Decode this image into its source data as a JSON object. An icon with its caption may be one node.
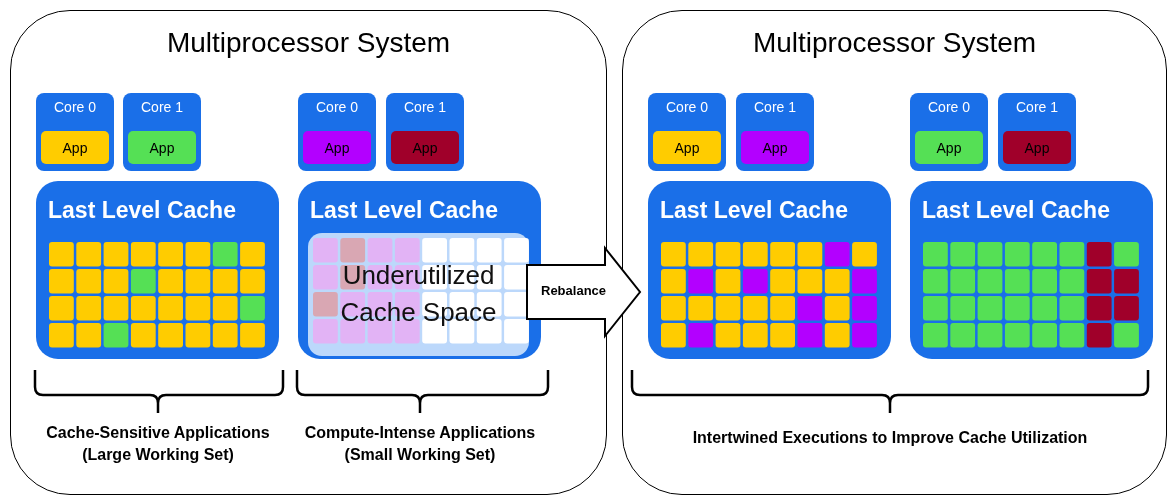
{
  "diagram": {
    "nodes": [
      {
        "text": [
          "Multiprocessor System"
        ]
      },
      {
        "text": [
          "Core 0"
        ],
        "in": 0
      },
      {
        "text": [
          "App"
        ],
        "in": 1
      },
      {
        "text": [
          "Core 1"
        ],
        "in": 0
      },
      {
        "text": [
          "App"
        ],
        "in": 3
      },
      {
        "text": [
          "Core 0"
        ],
        "in": 0
      },
      {
        "text": [
          "App"
        ],
        "in": 5
      },
      {
        "text": [
          "Core 1"
        ],
        "in": 0
      },
      {
        "text": [
          "App"
        ],
        "in": 7
      },
      {
        "text": [
          "Last Level Cache"
        ],
        "in": 0
      },
      {
        "text": [
          "Last Level Cache"
        ],
        "in": 0
      },
      {
        "text": [
          "Underutilized Cache Space"
        ],
        "in": 10
      },
      {
        "text": [
          "Multiprocessor System"
        ]
      },
      {
        "text": [
          "Core 0"
        ],
        "in": 12
      },
      {
        "text": [
          "App"
        ],
        "in": 13
      },
      {
        "text": [
          "Core 1"
        ],
        "in": 12
      },
      {
        "text": [
          "App"
        ],
        "in": 15
      },
      {
        "text": [
          "Core 0"
        ],
        "in": 12
      },
      {
        "text": [
          "App"
        ],
        "in": 17
      },
      {
        "text": [
          "Core 1"
        ],
        "in": 12
      },
      {
        "text": [
          "App"
        ],
        "in": 19
      },
      {
        "text": [
          "Last Level Cache"
        ],
        "in": 12
      },
      {
        "text": [
          "Last Level Cache"
        ],
        "in": 12
      }
    ],
    "edges": [
      {
        "from": 0,
        "to": 12,
        "arrow": "to",
        "label": "Rebalance"
      }
    ],
    "labels": [
      "Cache-Sensitive Applications (Large Working Set)",
      "Compute-Intense Applications (Small Working Set)",
      "Intertwined Executions to Improve Cache Utilization"
    ]
  }
}
